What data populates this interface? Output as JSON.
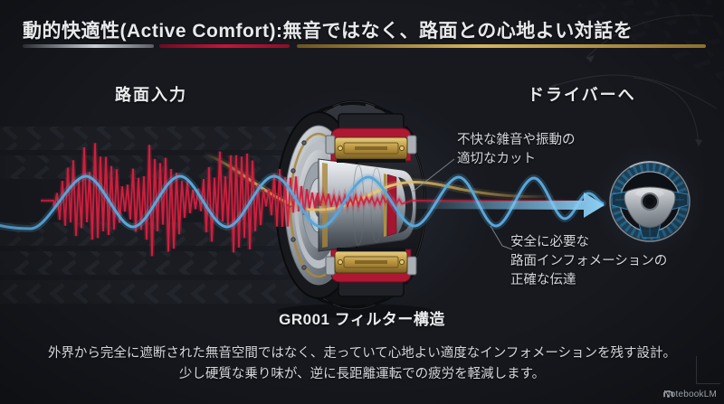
{
  "header": {
    "title": "動的快適性(Active Comfort):無音ではなく、路面との心地よい対話を"
  },
  "diagram": {
    "input_label": "路面入力",
    "output_label": "ドライバーへ",
    "filter_label": "GR001 フィルター構造",
    "annotation_cut": {
      "line1": "不快な雑音や振動の",
      "line2": "適切なカット"
    },
    "annotation_info": {
      "line1": "安全に必要な",
      "line2": "路面インフォメーションの",
      "line3": "正確な伝達"
    }
  },
  "footer": {
    "line1": "外界から完全に遮断された無音空間ではなく、走っていて心地よい適度なインフォメーションを残す設計。",
    "line2": "少し硬質な乗り味が、逆に長距離運転での疲労を軽減します。"
  },
  "watermark": "NotebookLM",
  "colors": {
    "background": "#17191f",
    "title_text": "#e7e9eb",
    "annotation_text": "#d2d5d9",
    "text": "#d6d9dc",
    "muted": "#9aa0a6",
    "red_wave": "#cf1f3e",
    "blue_wave": "#58a7d9",
    "gold_wave": "#c9a44a",
    "silver_rule": "#c9cdd3"
  }
}
